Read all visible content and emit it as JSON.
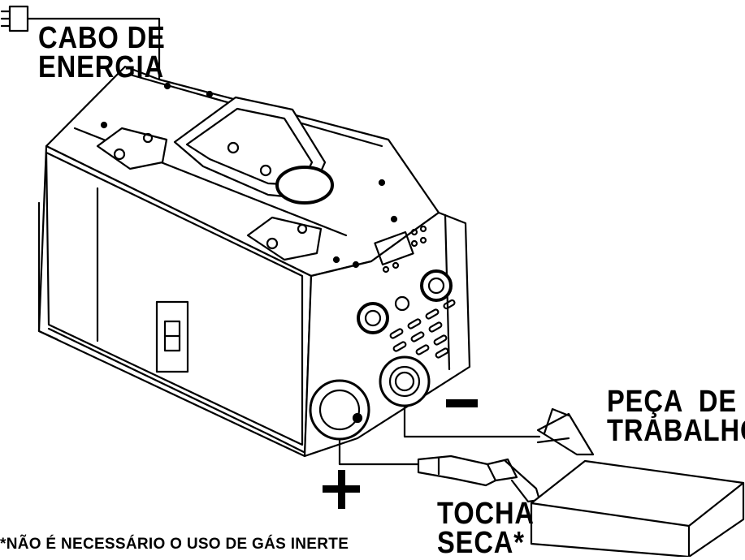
{
  "labels": {
    "power_cable_line1": "CABO DE",
    "power_cable_line2": "ENERGIA",
    "workpiece_line1": "PEÇA  DE",
    "workpiece_line2": "TRABALHO",
    "torch_line1": "TOCHA",
    "torch_line2": "SECA*",
    "footnote": "*NÃO É NECESSÁRIO O USO DE GÁS INERTE"
  },
  "polarity": {
    "positive": "+",
    "negative": "−"
  },
  "icons": [
    "plug-icon",
    "welder-machine",
    "torch",
    "ground-clamp",
    "workpiece-plate"
  ],
  "colors": {
    "line": "#000000",
    "background": "#ffffff"
  }
}
